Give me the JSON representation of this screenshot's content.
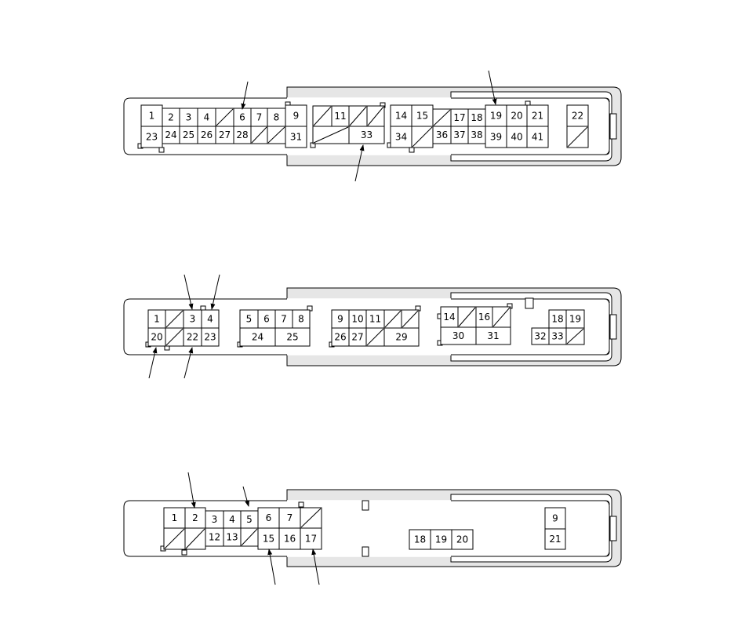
{
  "colors": {
    "shell": "#e6e6e6",
    "line": "#000000",
    "background": "#ffffff"
  },
  "connectors": [
    {
      "name": "connector-a",
      "pins": [
        "1",
        "23",
        "2",
        "3",
        "4",
        "6",
        "7",
        "8",
        "24",
        "25",
        "26",
        "27",
        "28",
        "9",
        "31",
        "11",
        "33",
        "14",
        "34",
        "15",
        "36",
        "17",
        "18",
        "37",
        "38",
        "19",
        "20",
        "21",
        "39",
        "40",
        "41",
        "22"
      ],
      "arrow_targets": [
        "6",
        "19",
        "33"
      ]
    },
    {
      "name": "connector-b",
      "pins": [
        "1",
        "20",
        "3",
        "22",
        "4",
        "23",
        "5",
        "6",
        "7",
        "8",
        "24",
        "25",
        "9",
        "10",
        "11",
        "26",
        "27",
        "29",
        "14",
        "16",
        "30",
        "31",
        "18",
        "19",
        "32",
        "33"
      ],
      "arrow_targets": [
        "3",
        "4",
        "20",
        "22"
      ]
    },
    {
      "name": "connector-c",
      "pins": [
        "1",
        "2",
        "3",
        "4",
        "5",
        "12",
        "13",
        "6",
        "7",
        "15",
        "16",
        "17",
        "18",
        "19",
        "20",
        "9",
        "21"
      ],
      "arrow_targets": [
        "2",
        "5",
        "15",
        "17"
      ]
    }
  ]
}
